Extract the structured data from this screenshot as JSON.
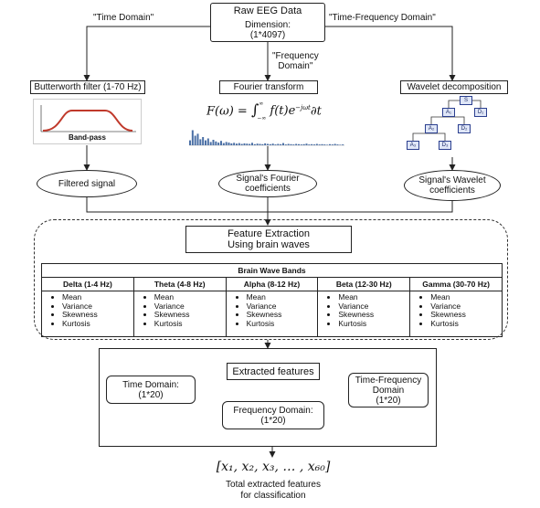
{
  "raw": {
    "title": "Raw EEG Data",
    "dimension": "Dimension:",
    "dims": "(1*4097)"
  },
  "branches": {
    "time_label": "\"Time Domain\"",
    "tf_label": "\"Time-Frequency Domain\"",
    "freq_label_1": "\"Frequency",
    "freq_label_2": "Domain\""
  },
  "methods": {
    "butterworth": "Butterworth filter (1-70 Hz)",
    "fourier": "Fourier transform",
    "wavelet": "Wavelet decomposition"
  },
  "filter_plot": {
    "caption": "Band-pass"
  },
  "fourier_formula": {
    "lhs": "F(ω) =",
    "integral": "∫",
    "upper": "∞",
    "lower": "−∞",
    "rhs": "f(t)e",
    "exp": "−jωt",
    "dt": "∂t"
  },
  "spectrum": {
    "values": [
      0.18,
      0.55,
      0.35,
      0.42,
      0.22,
      0.3,
      0.18,
      0.25,
      0.12,
      0.2,
      0.14,
      0.1,
      0.16,
      0.08,
      0.12,
      0.1,
      0.07,
      0.09,
      0.06,
      0.08,
      0.05,
      0.07,
      0.06,
      0.05,
      0.09,
      0.04,
      0.06,
      0.05,
      0.04,
      0.07,
      0.05,
      0.04,
      0.06,
      0.03,
      0.05,
      0.04,
      0.08,
      0.03,
      0.05,
      0.04,
      0.03,
      0.05,
      0.04,
      0.03,
      0.04,
      0.06,
      0.03,
      0.04,
      0.03,
      0.05,
      0.03,
      0.04,
      0.03,
      0.02,
      0.04,
      0.03,
      0.05,
      0.03,
      0.02,
      0.03
    ],
    "color": "#4a6fa5"
  },
  "wavelet_tree": {
    "s": "S",
    "a1": "A₁",
    "d1": "D₁",
    "a2": "A₂",
    "d2": "D₂",
    "a3": "A₃",
    "d3": "D₃"
  },
  "outputs": {
    "filtered": "Filtered signal",
    "fourier_1": "Signal's Fourier",
    "fourier_2": "coefficients",
    "wavelet_1": "Signal's Wavelet",
    "wavelet_2": "coefficients"
  },
  "feature_extraction": {
    "line1": "Feature Extraction",
    "line2": "Using brain waves"
  },
  "bands": {
    "title": "Brain Wave Bands",
    "columns": [
      "Delta (1-4 Hz)",
      "Theta (4-8 Hz)",
      "Alpha (8-12 Hz)",
      "Beta (12-30 Hz)",
      "Gamma (30-70 Hz)"
    ],
    "features": [
      "Mean",
      "Variance",
      "Skewness",
      "Kurtosis"
    ]
  },
  "extracted": {
    "title": "Extracted features",
    "time_1": "Time Domain:",
    "time_2": "(1*20)",
    "tf_1": "Time-Frequency",
    "tf_2": "Domain",
    "tf_3": "(1*20)",
    "freq_1": "Frequency Domain:",
    "freq_2": "(1*20)"
  },
  "vector": {
    "text": "[x₁, x₂, x₃, … , x₆₀]"
  },
  "total": {
    "line1": "Total extracted features",
    "line2": "for classification"
  }
}
